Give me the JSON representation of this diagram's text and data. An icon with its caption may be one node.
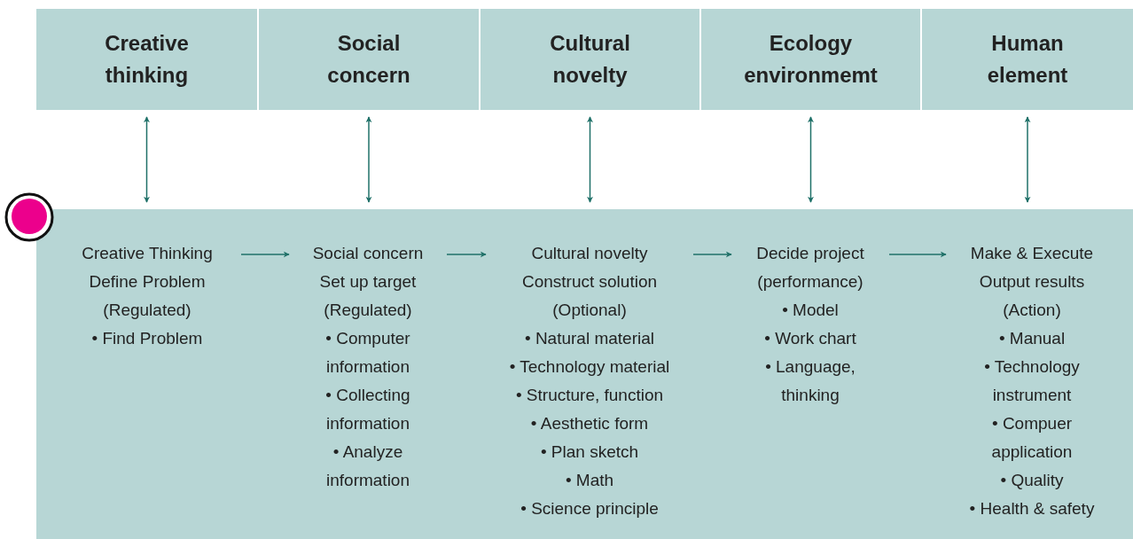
{
  "diagram": {
    "nodes": [
      {
        "text": [
          "Creative thinking"
        ]
      },
      {
        "text": [
          "Social concern"
        ]
      },
      {
        "text": [
          "Cultural novelty"
        ]
      },
      {
        "text": [
          "Ecology environmemt"
        ]
      },
      {
        "text": [
          "Human element"
        ]
      },
      {
        "text": [],
        "shape": "box"
      },
      {
        "text": [
          "Creative Thinking",
          "Define Problem",
          "(Regulated)",
          "• Find Problem"
        ],
        "in": 5
      },
      {
        "text": [
          "Social concern",
          "Set up target",
          "(Regulated)",
          "• Computer information",
          "• Collecting information",
          "• Analyze information"
        ],
        "in": 5
      },
      {
        "text": [
          "Cultural novelty",
          "Construct solution",
          "(Optional)",
          "• Natural material",
          "• Technology material",
          "• Structure, function",
          "• Aesthetic form",
          "• Plan sketch",
          "• Math",
          "• Science principle"
        ],
        "in": 5
      },
      {
        "text": [
          "Decide project",
          "(performance)",
          "• Model",
          "• Work chart",
          "• Language, thinking"
        ],
        "in": 5
      },
      {
        "text": [
          "Make & Execute",
          "Output results",
          "(Action)",
          "• Manual",
          "• Technology instrument",
          "• Compuer application",
          "• Quality",
          "• Health & safety"
        ],
        "in": 5
      }
    ],
    "edges": [
      {
        "from": 0,
        "to": 6,
        "arrow": "both"
      },
      {
        "from": 1,
        "to": 7,
        "arrow": "both"
      },
      {
        "from": 2,
        "to": 8,
        "arrow": "both"
      },
      {
        "from": 3,
        "to": 9,
        "arrow": "both"
      },
      {
        "from": 4,
        "to": 10,
        "arrow": "both"
      },
      {
        "from": 6,
        "to": 7,
        "arrow": "to"
      },
      {
        "from": 7,
        "to": 8,
        "arrow": "to"
      },
      {
        "from": 8,
        "to": 9,
        "arrow": "to"
      },
      {
        "from": 9,
        "to": 10,
        "arrow": "to"
      }
    ]
  }
}
